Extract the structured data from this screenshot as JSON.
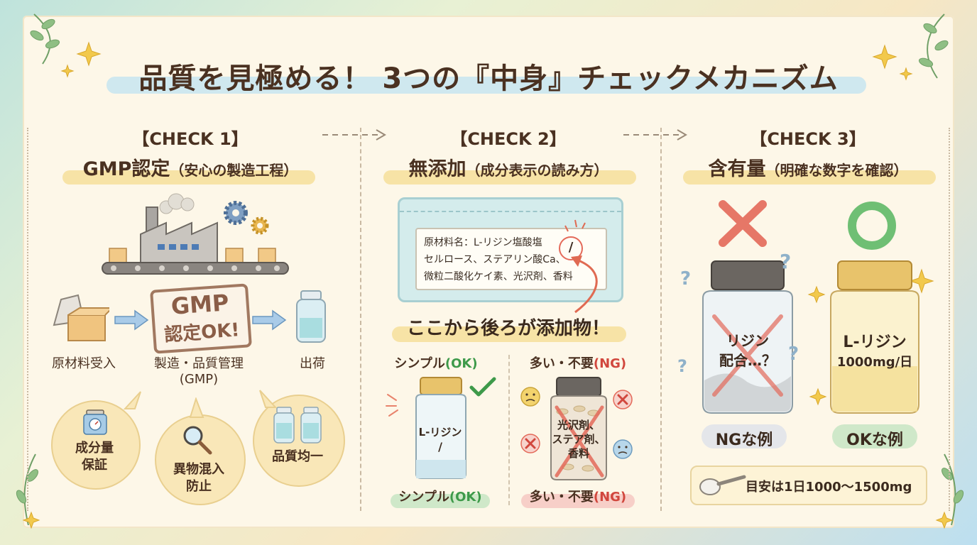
{
  "title": "品質を見極める！ 3つの『中身』チェックメカニズム",
  "check1": {
    "label": "【CHECK 1】",
    "subtitle": "GMP認定",
    "subtitle_note": "（安心の製造工程）",
    "stamp_line1": "GMP",
    "stamp_line2": "認定OK!",
    "steps": [
      "原材料受入",
      "製造・品質管理",
      "(GMP)",
      "出荷"
    ],
    "bubbles": [
      {
        "line1": "成分量",
        "line2": "保証"
      },
      {
        "line1": "異物混入",
        "line2": "防止"
      },
      {
        "line1": "品質均一",
        "line2": ""
      }
    ]
  },
  "check2": {
    "label": "【CHECK 2】",
    "subtitle": "無添加",
    "subtitle_note": "（成分表示の読み方）",
    "ingredients": [
      "原材料名：L-リジン塩酸塩",
      "セルロース、ステアリン酸Ca、",
      "微粒二酸化ケイ素、光沢剤、香料"
    ],
    "slash": "/",
    "callout": "ここから後ろが添加物！",
    "simple_top": "シンプル(OK)",
    "simple_top_plain": "シンプル",
    "simple_top_tag": "(OK)",
    "many_top_plain": "多い・不要",
    "many_top_tag": "(NG)",
    "simple_bottle_line1": "L-リジン",
    "simple_bottle_line2": "/",
    "ng_bottle_lines": [
      "光沢剤、",
      "ステア剤、",
      "香料"
    ],
    "simple_bottom_plain": "シンプル",
    "simple_bottom_tag": "(OK)",
    "many_bottom_plain": "多い・不要",
    "many_bottom_tag": "(NG)"
  },
  "check3": {
    "label": "【CHECK 3】",
    "subtitle": "含有量",
    "subtitle_note": "（明確な数字を確認）",
    "ng_bottle_line1": "リジン",
    "ng_bottle_line2": "配合…？",
    "ok_bottle_line1": "L-リジン",
    "ok_bottle_line2": "1000mg/日",
    "ng_example": "NGな例",
    "ok_example": "OKな例",
    "guide": "目安は1日1000〜1500mg"
  },
  "colors": {
    "ok_green": "#3e9a4a",
    "ng_red": "#d1473d",
    "highlight_yellow": "#f7e3a6",
    "highlight_blue": "#cfe8ef"
  }
}
